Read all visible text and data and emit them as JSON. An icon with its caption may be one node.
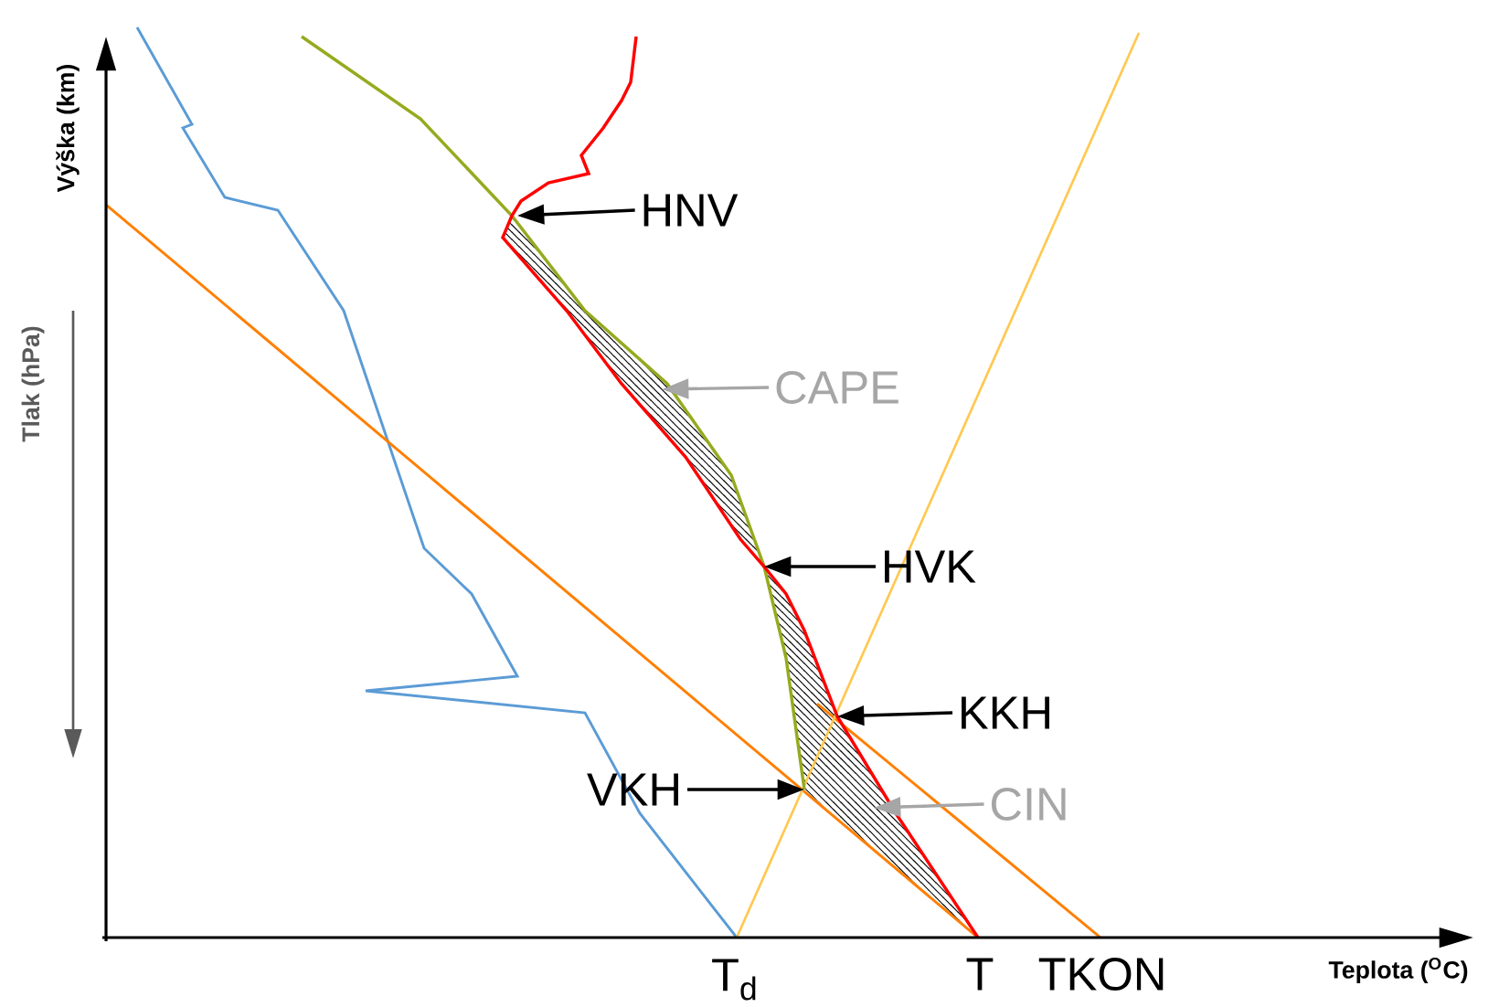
{
  "diagram": {
    "nodes": [
      {
        "text": [
          "HNV"
        ]
      },
      {
        "text": [
          "CAPE"
        ]
      },
      {
        "text": [
          "HVK"
        ]
      },
      {
        "text": [
          "KKH"
        ]
      },
      {
        "text": [
          "VKH"
        ]
      },
      {
        "text": [
          "CIN"
        ]
      }
    ],
    "edges": [
      {
        "from": 0,
        "to": null,
        "arrow": "to"
      },
      {
        "from": 1,
        "to": null,
        "arrow": "to",
        "color": "#a6a6a6"
      },
      {
        "from": 2,
        "to": null,
        "arrow": "to"
      },
      {
        "from": 3,
        "to": null,
        "arrow": "to"
      },
      {
        "from": 4,
        "to": null,
        "arrow": "to"
      },
      {
        "from": 5,
        "to": null,
        "arrow": "to",
        "color": "#a6a6a6"
      }
    ],
    "labels": [
      "Výška (km)",
      "Tlak (hPa)",
      "T$_{d}$",
      "T",
      "TKON",
      "Teplota ($^{O}$C)"
    ]
  }
}
